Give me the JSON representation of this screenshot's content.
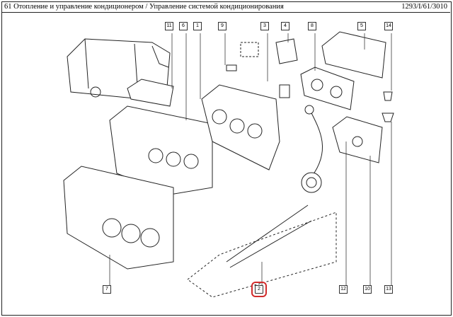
{
  "header": {
    "title": "61 Отопление и управление кондиционером / Управление системой кондиционирования",
    "code": "1293/I/61/3010"
  },
  "callouts": [
    {
      "id": "11",
      "highlighted": false
    },
    {
      "id": "6",
      "highlighted": false
    },
    {
      "id": "1",
      "highlighted": false
    },
    {
      "id": "9",
      "highlighted": false
    },
    {
      "id": "3",
      "highlighted": false
    },
    {
      "id": "4",
      "highlighted": false
    },
    {
      "id": "8",
      "highlighted": false
    },
    {
      "id": "5",
      "highlighted": false
    },
    {
      "id": "14",
      "highlighted": false
    },
    {
      "id": "7",
      "highlighted": false
    },
    {
      "id": "2",
      "highlighted": true
    },
    {
      "id": "12",
      "highlighted": false
    },
    {
      "id": "10",
      "highlighted": false
    },
    {
      "id": "13",
      "highlighted": false
    }
  ],
  "colors": {
    "highlight": "#d12b2b",
    "line": "#222222"
  }
}
